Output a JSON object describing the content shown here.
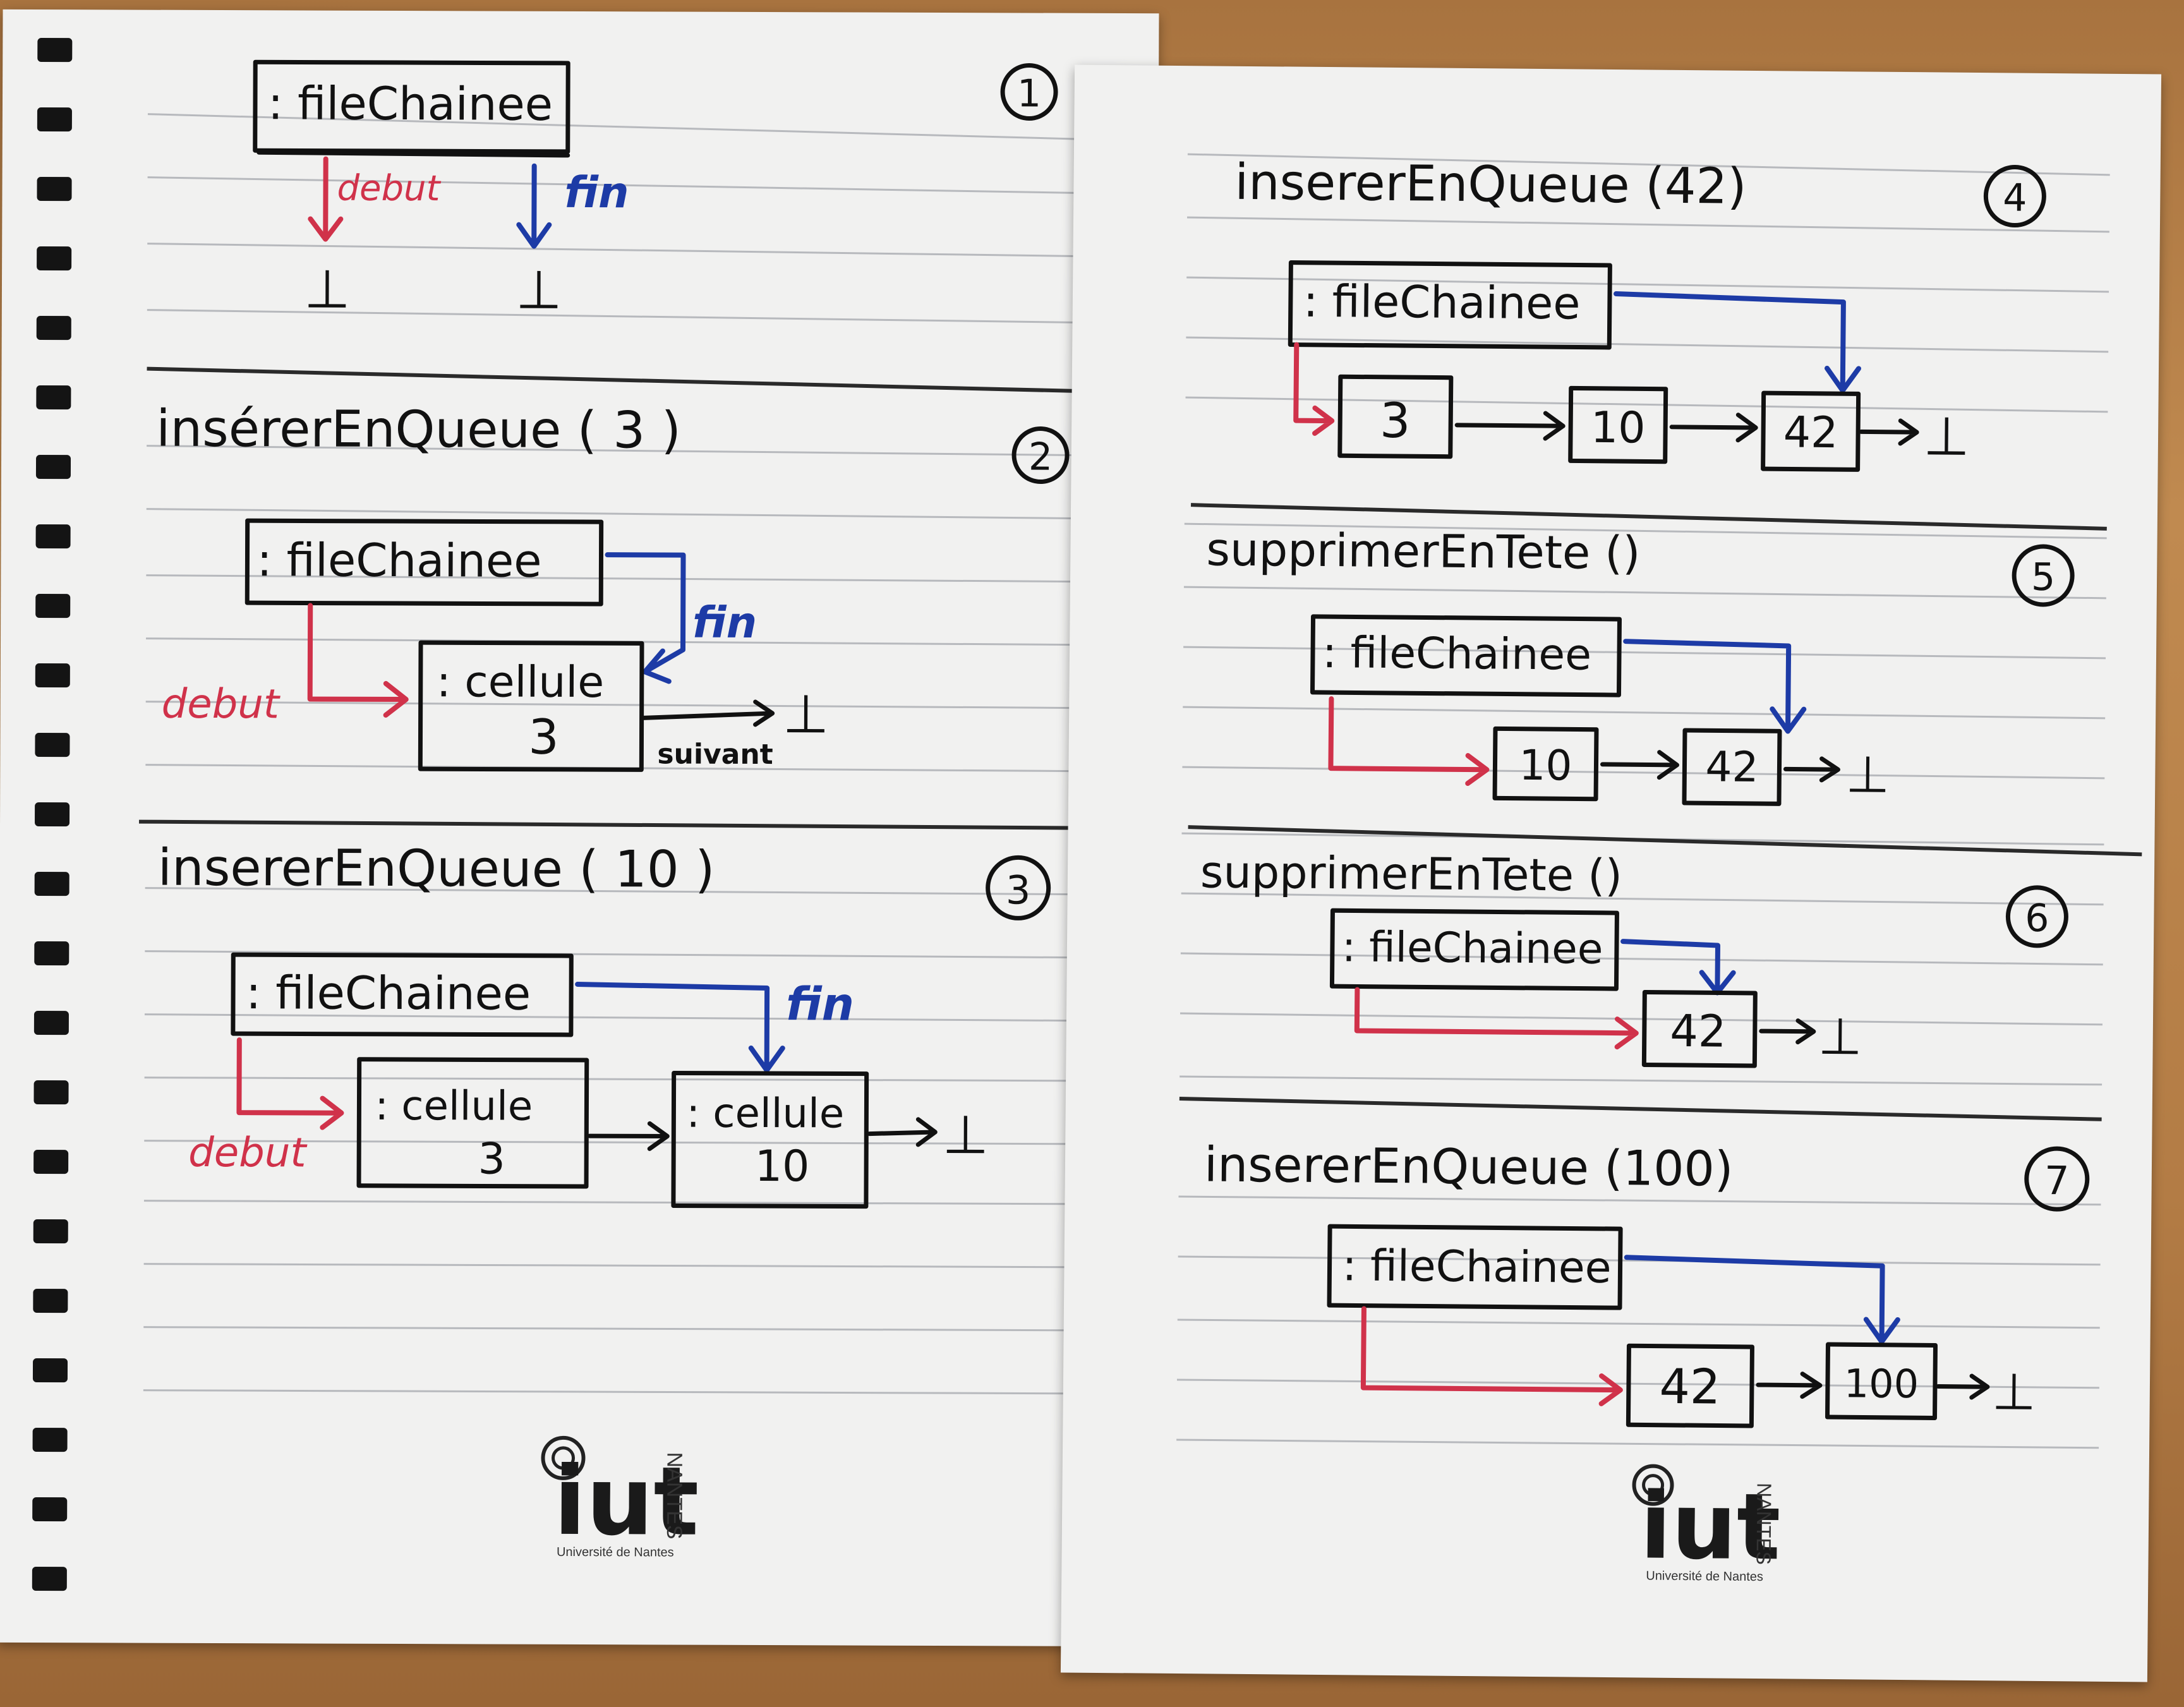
{
  "left_sheet": {
    "step1": {
      "number": "1",
      "object_label": ": fileChainee",
      "debut_label": "debut",
      "fin_label": "fin",
      "null_symbol": "⊥"
    },
    "step2": {
      "number": "2",
      "title": "insérerEnQueue ( 3 )",
      "object_label": ": fileChainee",
      "fin_label": "fin",
      "debut_label": "debut",
      "cell_label": ": cellule",
      "cell_value": "3",
      "suivant_label": "suivant",
      "null_symbol": "⊥"
    },
    "step3": {
      "number": "3",
      "title": "insererEnQueue ( 10 )",
      "object_label": ": fileChainee",
      "fin_label": "fin",
      "debut_label": "debut",
      "cell1_label": ": cellule",
      "cell1_value": "3",
      "cell2_label": ": cellule",
      "cell2_value": "10",
      "null_symbol": "⊥"
    },
    "logo": {
      "name": "iut",
      "side": "NANTES",
      "sub": "Université de Nantes"
    }
  },
  "right_sheet": {
    "step4": {
      "number": "4",
      "title": "insererEnQueue (42)",
      "object_label": ": fileChainee",
      "cells": [
        "3",
        "10",
        "42"
      ],
      "null_symbol": "⊥"
    },
    "step5": {
      "number": "5",
      "title": "supprimerEnTete ()",
      "object_label": ": fileChainee",
      "cells": [
        "10",
        "42"
      ],
      "null_symbol": "⊥"
    },
    "step6": {
      "number": "6",
      "title": "supprimerEnTete ()",
      "object_label": ": fileChainee",
      "cells": [
        "42"
      ],
      "null_symbol": "⊥"
    },
    "step7": {
      "number": "7",
      "title": "insererEnQueue (100)",
      "object_label": ": fileChainee",
      "cells": [
        "42",
        "100"
      ],
      "null_symbol": "⊥"
    },
    "logo": {
      "name": "iut",
      "side": "NANTES",
      "sub": "Université de Nantes"
    }
  },
  "colors": {
    "debut": "#d0324a",
    "fin": "#1d3ba6",
    "ink": "#111111",
    "paper": "#f1f1f0",
    "table": "#b37c45"
  }
}
